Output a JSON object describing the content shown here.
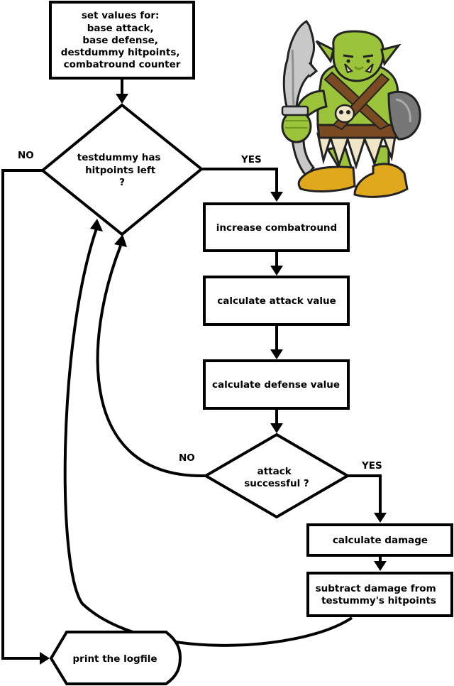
{
  "nodes": {
    "init": {
      "lines": [
        "set values for:",
        "base attack,",
        "base defense,",
        "destdummy hitpoints,",
        "combatround counter"
      ]
    },
    "check_hp": {
      "lines": [
        "testdummy has",
        "hitpoints left",
        "?"
      ]
    },
    "increase_round": {
      "lines": [
        "increase combatround"
      ]
    },
    "attack_value": {
      "lines": [
        "calculate attack value"
      ]
    },
    "defense_value": {
      "lines": [
        "calculate defense value"
      ]
    },
    "attack_success": {
      "lines": [
        "attack",
        "successful ?"
      ]
    },
    "damage": {
      "lines": [
        "calculate damage"
      ]
    },
    "subtract": {
      "lines": [
        "subtract damage from",
        "testummy's hitpoints"
      ]
    },
    "logfile": {
      "lines": [
        "print the logfile"
      ]
    }
  },
  "edge_labels": {
    "hp_no": "NO",
    "hp_yes": "YES",
    "attack_no": "NO",
    "attack_yes": "YES"
  },
  "orc": {
    "skin": "#9cc43a",
    "skin_dark": "#6f9a22",
    "blade": "#c8c8c8",
    "leather": "#7a4a22",
    "boots": "#e0a81c",
    "bone": "#efe6c8",
    "metal": "#777777"
  }
}
